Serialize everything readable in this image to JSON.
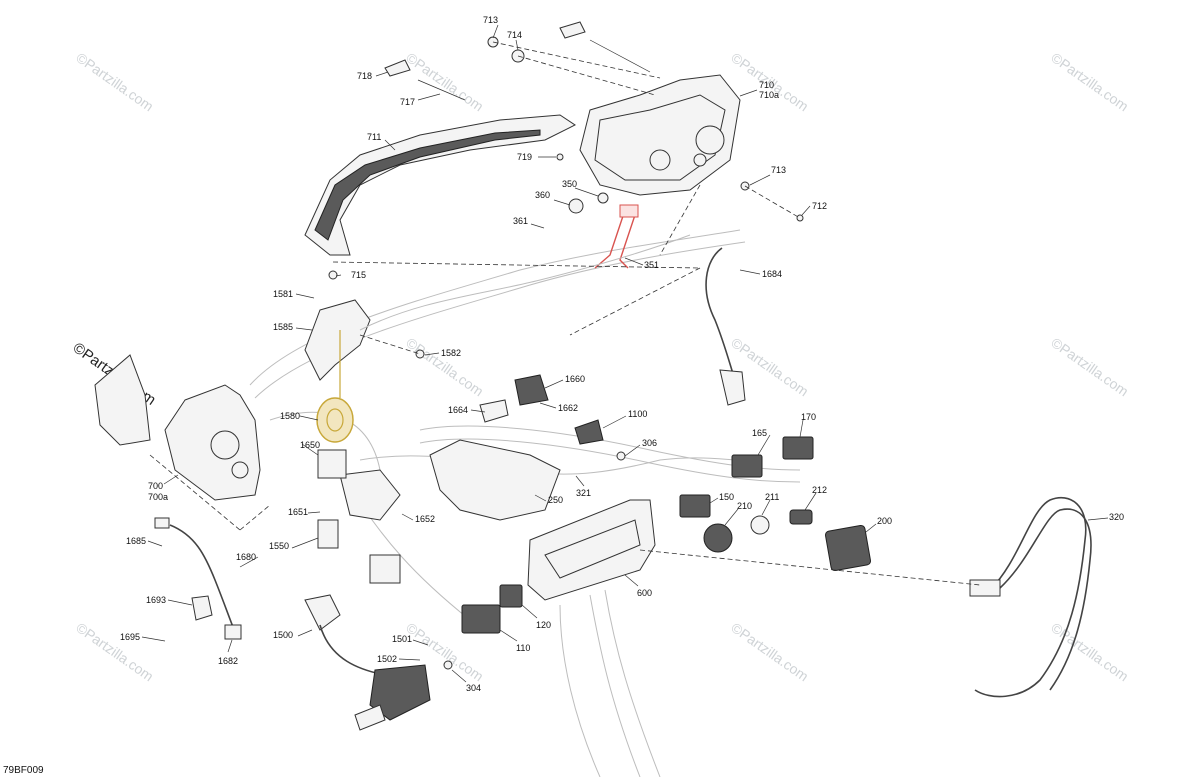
{
  "diagram": {
    "reference_code": "79BF009",
    "watermark_text": "©Partzilla.com",
    "colors": {
      "line": "#333333",
      "highlight_red": "#d9534f",
      "highlight_gold": "#c8a83a",
      "highlight_blue": "#4a7fd0",
      "watermark": "#cfd3d6"
    },
    "part_labels": {
      "p713a": "713",
      "p714": "714",
      "p718": "718",
      "p717": "717",
      "p710": "710",
      "p710a": "710a",
      "p711": "711",
      "p719": "719",
      "p713b": "713",
      "p712": "712",
      "p360": "360",
      "p350": "350",
      "p361": "361",
      "p351": "351",
      "p715": "715",
      "p1684": "1684",
      "p1581": "1581",
      "p1585": "1585",
      "p1582": "1582",
      "p1660": "1660",
      "p1664": "1664",
      "p1662": "1662",
      "p1580": "1580",
      "p1100": "1100",
      "p306": "306",
      "p165": "165",
      "p170": "170",
      "p1650": "1650",
      "p700": "700",
      "p700a": "700a",
      "p321": "321",
      "p250": "250",
      "p150": "150",
      "p211": "211",
      "p212": "212",
      "p210": "210",
      "p200": "200",
      "p320": "320",
      "p1651": "1651",
      "p1652": "1652",
      "p1685": "1685",
      "p1680": "1680",
      "p1550": "1550",
      "p600": "600",
      "p1693": "1693",
      "p120": "120",
      "p1695": "1695",
      "p1500": "1500",
      "p110": "110",
      "p1501": "1501",
      "p1502": "1502",
      "p1682": "1682",
      "p304": "304"
    }
  }
}
